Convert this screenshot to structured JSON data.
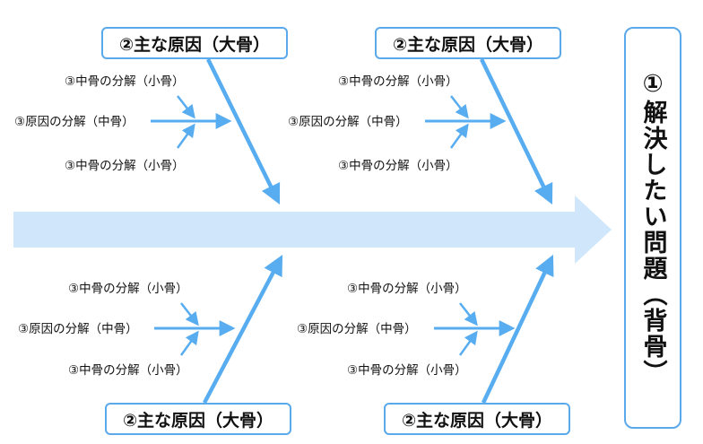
{
  "problem": {
    "label": "①解決したい問題（背骨）"
  },
  "causes": [
    {
      "label": "②主な原因（大骨）",
      "sub": {
        "top": "③中骨の分解（小骨）",
        "mid": "③原因の分解（中骨）",
        "bot": "③中骨の分解（小骨）"
      }
    },
    {
      "label": "②主な原因（大骨）",
      "sub": {
        "top": "③中骨の分解（小骨）",
        "mid": "③原因の分解（中骨）",
        "bot": "③中骨の分解（小骨）"
      }
    },
    {
      "label": "②主な原因（大骨）",
      "sub": {
        "top": "③中骨の分解（小骨）",
        "mid": "③原因の分解（中骨）",
        "bot": "③中骨の分解（小骨）"
      }
    },
    {
      "label": "②主な原因（大骨）",
      "sub": {
        "top": "③中骨の分解（小骨）",
        "mid": "③原因の分解（中骨）",
        "bot": "③中骨の分解（小骨）"
      }
    }
  ],
  "colors": {
    "spine": "#cfe6fb",
    "bone": "#58acf0",
    "border": "#5aa9ea"
  }
}
